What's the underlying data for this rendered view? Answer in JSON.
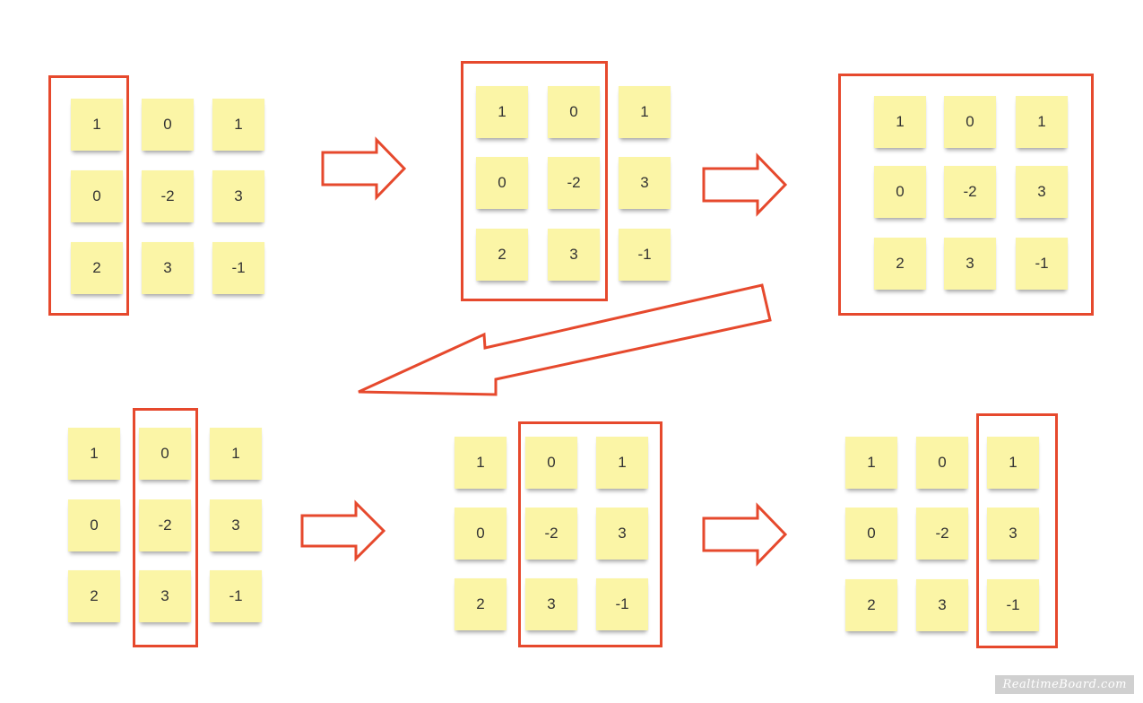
{
  "matrix": [
    [
      "1",
      "0",
      "1"
    ],
    [
      "0",
      "-2",
      "3"
    ],
    [
      "2",
      "3",
      "-1"
    ]
  ],
  "panels": [
    {
      "highlight": "column 1"
    },
    {
      "highlight": "columns 1-2"
    },
    {
      "highlight": "all columns"
    },
    {
      "highlight": "column 2"
    },
    {
      "highlight": "columns 2-3"
    },
    {
      "highlight": "column 3"
    }
  ],
  "colors": {
    "note": "#fbf5a6",
    "highlight": "#e6492d",
    "text": "#333333"
  },
  "watermark": "RealtimeBoard.com"
}
